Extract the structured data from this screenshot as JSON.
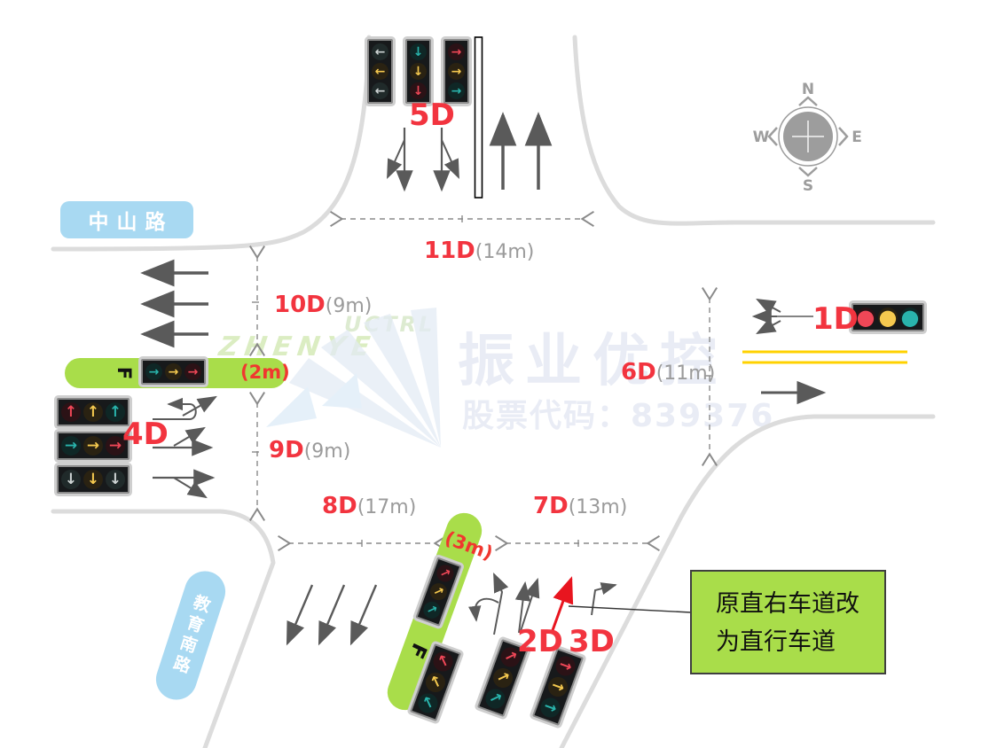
{
  "road_names": {
    "west": "中山路",
    "south": "教育南路"
  },
  "compass": {
    "north": "N",
    "south": "S",
    "east": "E",
    "west": "W"
  },
  "labels": {
    "d1": "1D",
    "d2": "2D",
    "d3": "3D",
    "d4": "4D",
    "d5": "5D"
  },
  "measurements": {
    "m6": {
      "id": "6D",
      "len": "(11m)"
    },
    "m7": {
      "id": "7D",
      "len": "(13m)"
    },
    "m8": {
      "id": "8D",
      "len": "(17m)"
    },
    "m9": {
      "id": "9D",
      "len": "(9m)"
    },
    "m10": {
      "id": "10D",
      "len": "(9m)"
    },
    "m11": {
      "id": "11D",
      "len": "(14m)"
    }
  },
  "medians": {
    "west_width": "(2m)",
    "south_width": "(3m)",
    "west_marker": "F",
    "south_marker": "F"
  },
  "annotation": {
    "line1": "原直右车道改",
    "line2": "为直行车道"
  },
  "watermark": {
    "brand": "振业优控",
    "stock_code": "股票代码：839376",
    "brand_latin": "ZHENYE",
    "brand_latin2": "UCTRL"
  },
  "signals": {
    "n_left": {
      "lamps": [
        {
          "glyph": "←",
          "color": "gray"
        },
        {
          "glyph": "←",
          "color": "yellow"
        },
        {
          "glyph": "←",
          "color": "gray"
        }
      ]
    },
    "n_straight": {
      "lamps": [
        {
          "glyph": "↓",
          "color": "teal"
        },
        {
          "glyph": "↓",
          "color": "yellow"
        },
        {
          "glyph": "↓",
          "color": "red"
        }
      ]
    },
    "n_right": {
      "lamps": [
        {
          "glyph": "→",
          "color": "red"
        },
        {
          "glyph": "→",
          "color": "yellow"
        },
        {
          "glyph": "→",
          "color": "teal"
        }
      ]
    },
    "w_up": {
      "lamps": [
        {
          "glyph": "↑",
          "color": "red"
        },
        {
          "glyph": "↑",
          "color": "yellow"
        },
        {
          "glyph": "↑",
          "color": "teal"
        }
      ]
    },
    "w_right": {
      "lamps": [
        {
          "glyph": "→",
          "color": "teal"
        },
        {
          "glyph": "→",
          "color": "yellow"
        },
        {
          "glyph": "→",
          "color": "red"
        }
      ]
    },
    "w_down": {
      "lamps": [
        {
          "glyph": "↓",
          "color": "gray"
        },
        {
          "glyph": "↓",
          "color": "yellow"
        },
        {
          "glyph": "↓",
          "color": "gray"
        }
      ]
    },
    "w_median": {
      "lamps": [
        {
          "glyph": "→",
          "color": "teal"
        },
        {
          "glyph": "→",
          "color": "yellow"
        },
        {
          "glyph": "→",
          "color": "red"
        }
      ]
    },
    "e_main": {
      "lamps": [
        {
          "glyph": "●",
          "color": "red"
        },
        {
          "glyph": "●",
          "color": "yellow"
        },
        {
          "glyph": "●",
          "color": "teal"
        }
      ]
    },
    "s_median": {
      "lamps": [
        {
          "glyph": "↗",
          "color": "red"
        },
        {
          "glyph": "↗",
          "color": "yellow"
        },
        {
          "glyph": "↗",
          "color": "teal"
        }
      ]
    },
    "s_left": {
      "lamps": [
        {
          "glyph": "↖",
          "color": "red"
        },
        {
          "glyph": "↖",
          "color": "yellow"
        },
        {
          "glyph": "↖",
          "color": "teal"
        }
      ]
    },
    "s_straight": {
      "lamps": [
        {
          "glyph": "↗",
          "color": "red"
        },
        {
          "glyph": "↗",
          "color": "yellow"
        },
        {
          "glyph": "↗",
          "color": "teal"
        }
      ]
    },
    "s_right": {
      "lamps": [
        {
          "glyph": "→",
          "color": "red"
        },
        {
          "glyph": "→",
          "color": "yellow"
        },
        {
          "glyph": "→",
          "color": "teal"
        }
      ]
    }
  },
  "colors": {
    "label_red": "#f2343f",
    "label_gray": "#9b9b9b",
    "lamp_red": "#ef4757",
    "lamp_yellow": "#f5c94f",
    "lamp_teal": "#29b4ac",
    "lamp_white": "#cdd3d3",
    "median_green": "#a9dd4a",
    "sign_blue": "#a8d9f2",
    "road_edge": "#dcdcdc",
    "yellow_line": "#ffd200",
    "highlight_arrow_red": "#e8151f"
  }
}
